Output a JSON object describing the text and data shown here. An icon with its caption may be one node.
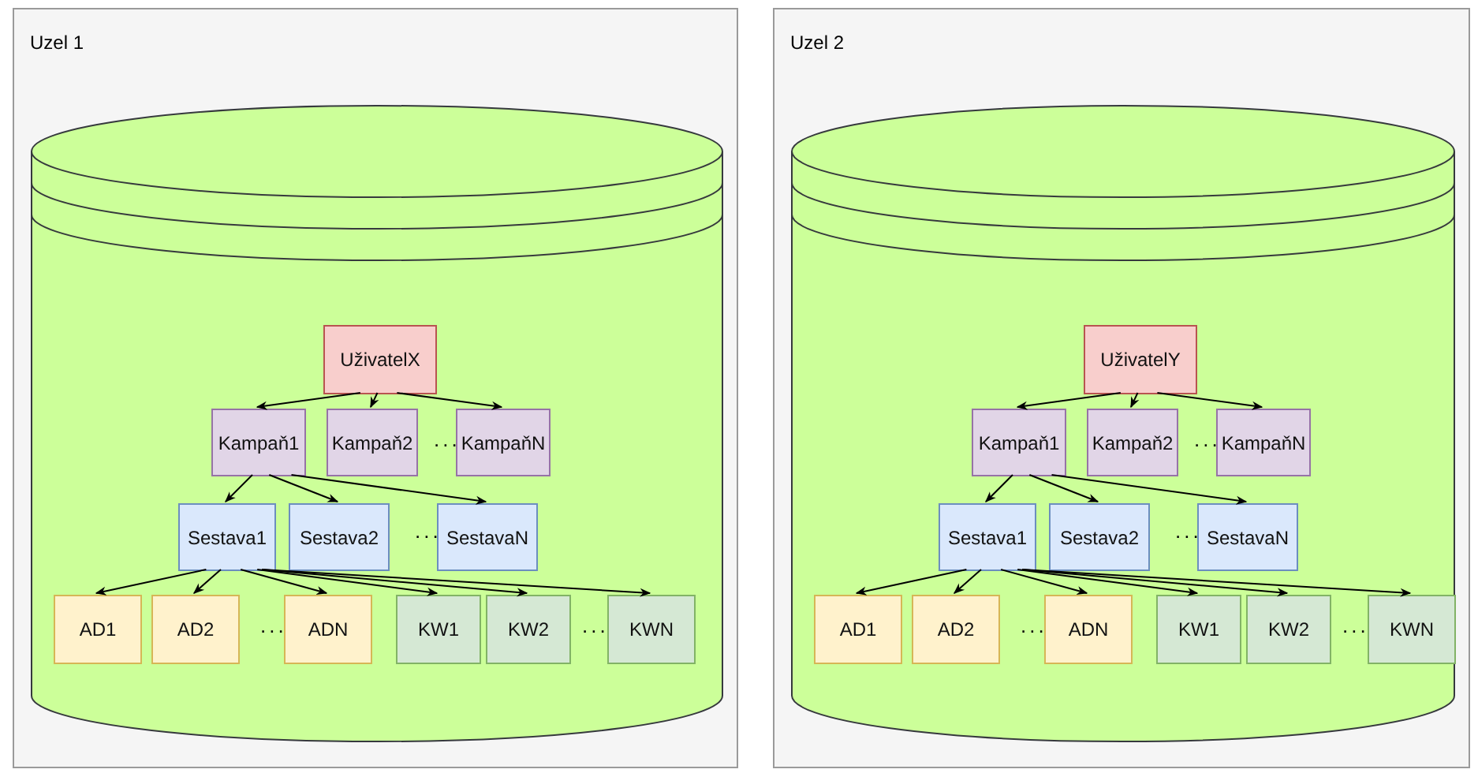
{
  "diagram": {
    "nodes": [
      {
        "text": [
          "Uzel 1"
        ]
      },
      {
        "text": [],
        "shape": "cylinder",
        "in": 0
      },
      {
        "text": [
          "UživatelX"
        ],
        "in": 1
      },
      {
        "text": [
          "Kampaň1"
        ],
        "in": 1
      },
      {
        "text": [
          "Kampaň2"
        ],
        "in": 1
      },
      {
        "text": [
          "KampaňN"
        ],
        "in": 1
      },
      {
        "text": [
          "Sestava1"
        ],
        "in": 1
      },
      {
        "text": [
          "Sestava2"
        ],
        "in": 1
      },
      {
        "text": [
          "SestavaN"
        ],
        "in": 1
      },
      {
        "text": [
          "AD1"
        ],
        "in": 1
      },
      {
        "text": [
          "AD2"
        ],
        "in": 1
      },
      {
        "text": [
          "ADN"
        ],
        "in": 1
      },
      {
        "text": [
          "KW1"
        ],
        "in": 1
      },
      {
        "text": [
          "KW2"
        ],
        "in": 1
      },
      {
        "text": [
          "KWN"
        ],
        "in": 1
      },
      {
        "text": [
          "Uzel 2"
        ]
      },
      {
        "text": [],
        "shape": "cylinder",
        "in": 15
      },
      {
        "text": [
          "UživatelY"
        ],
        "in": 16
      },
      {
        "text": [
          "Kampaň1"
        ],
        "in": 16
      },
      {
        "text": [
          "Kampaň2"
        ],
        "in": 16
      },
      {
        "text": [
          "KampaňN"
        ],
        "in": 16
      },
      {
        "text": [
          "Sestava1"
        ],
        "in": 16
      },
      {
        "text": [
          "Sestava2"
        ],
        "in": 16
      },
      {
        "text": [
          "SestavaN"
        ],
        "in": 16
      },
      {
        "text": [
          "AD1"
        ],
        "in": 16
      },
      {
        "text": [
          "AD2"
        ],
        "in": 16
      },
      {
        "text": [
          "ADN"
        ],
        "in": 16
      },
      {
        "text": [
          "KW1"
        ],
        "in": 16
      },
      {
        "text": [
          "KW2"
        ],
        "in": 16
      },
      {
        "text": [
          "KWN"
        ],
        "in": 16
      }
    ],
    "edges": [
      {
        "from": 2,
        "to": 3,
        "arrow": "to"
      },
      {
        "from": 2,
        "to": 4,
        "arrow": "to"
      },
      {
        "from": 2,
        "to": 5,
        "arrow": "to"
      },
      {
        "from": 3,
        "to": 6,
        "arrow": "to"
      },
      {
        "from": 3,
        "to": 7,
        "arrow": "to"
      },
      {
        "from": 3,
        "to": 8,
        "arrow": "to"
      },
      {
        "from": 6,
        "to": 9,
        "arrow": "to"
      },
      {
        "from": 6,
        "to": 10,
        "arrow": "to"
      },
      {
        "from": 6,
        "to": 11,
        "arrow": "to"
      },
      {
        "from": 6,
        "to": 12,
        "arrow": "to"
      },
      {
        "from": 6,
        "to": 13,
        "arrow": "to"
      },
      {
        "from": 6,
        "to": 14,
        "arrow": "to"
      },
      {
        "from": 17,
        "to": 18,
        "arrow": "to"
      },
      {
        "from": 17,
        "to": 19,
        "arrow": "to"
      },
      {
        "from": 17,
        "to": 20,
        "arrow": "to"
      },
      {
        "from": 18,
        "to": 21,
        "arrow": "to"
      },
      {
        "from": 18,
        "to": 22,
        "arrow": "to"
      },
      {
        "from": 18,
        "to": 23,
        "arrow": "to"
      },
      {
        "from": 21,
        "to": 24,
        "arrow": "to"
      },
      {
        "from": 21,
        "to": 25,
        "arrow": "to"
      },
      {
        "from": 21,
        "to": 26,
        "arrow": "to"
      },
      {
        "from": 21,
        "to": 27,
        "arrow": "to"
      },
      {
        "from": 21,
        "to": 28,
        "arrow": "to"
      },
      {
        "from": 21,
        "to": 29,
        "arrow": "to"
      }
    ],
    "labels": [
      "...",
      "...",
      "...",
      "...",
      "...",
      "...",
      "...",
      "..."
    ]
  }
}
